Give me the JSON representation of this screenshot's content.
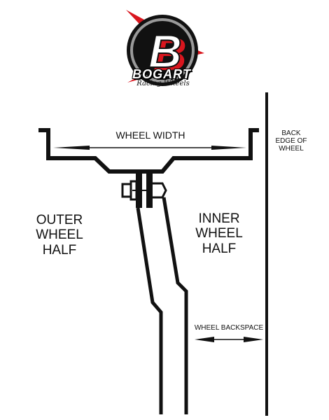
{
  "logo": {
    "brand": "BOGART",
    "tagline": "Racing Wheels",
    "letter": "B",
    "colors": {
      "red": "#d9161e",
      "black": "#111111",
      "white": "#ffffff",
      "gray": "#9a9a9a"
    }
  },
  "labels": {
    "wheel_width": "WHEEL WIDTH",
    "back_edge": [
      "BACK",
      "EDGE OF",
      "WHEEL"
    ],
    "outer_half": [
      "OUTER",
      "WHEEL",
      "HALF"
    ],
    "inner_half": [
      "INNER",
      "WHEEL",
      "HALF"
    ],
    "wheel_backspace": "WHEEL BACKSPACE"
  }
}
